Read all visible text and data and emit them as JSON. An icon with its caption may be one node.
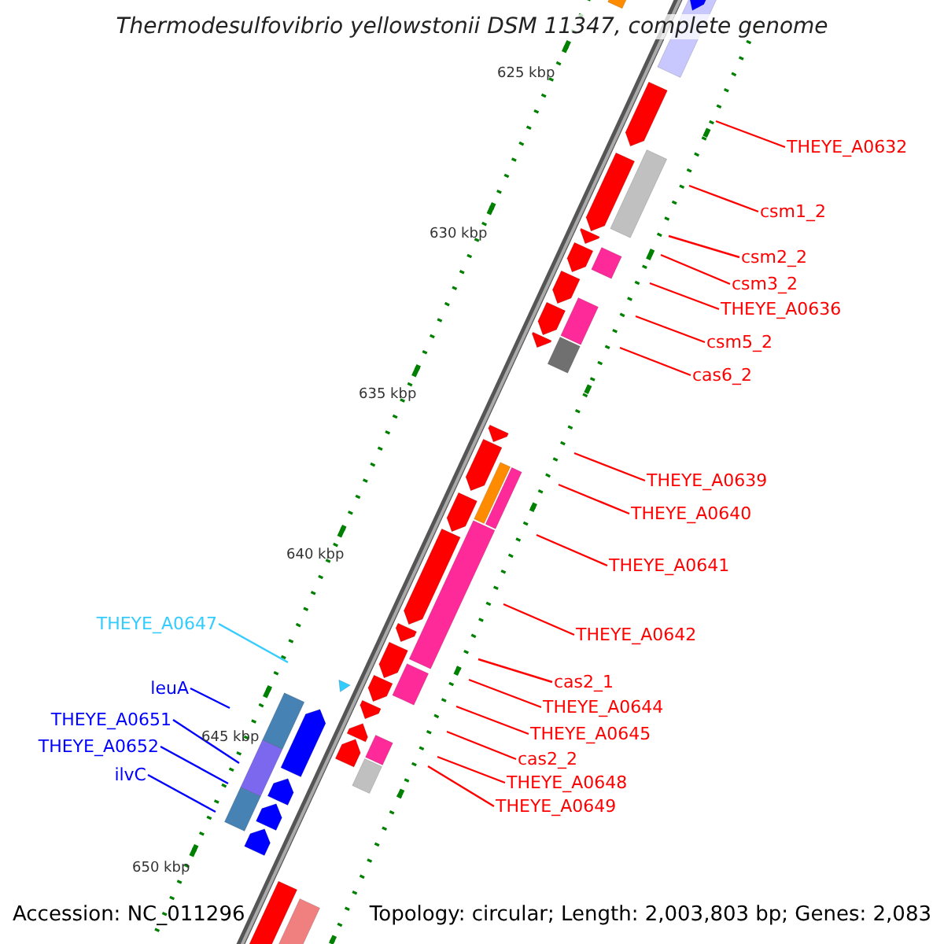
{
  "diagram": {
    "title": "Thermodesulfovibrio yellowstonii DSM 11347, complete genome",
    "nodes": [
      {
        "text": [
          "THEYE_A0632"
        ]
      },
      {
        "text": [
          "csm1_2"
        ]
      },
      {
        "text": [
          "csm2_2"
        ]
      },
      {
        "text": [
          "csm3_2"
        ]
      },
      {
        "text": [
          "THEYE_A0636"
        ]
      },
      {
        "text": [
          "csm5_2"
        ]
      },
      {
        "text": [
          "cas6_2"
        ]
      },
      {
        "text": [
          "THEYE_A0639"
        ]
      },
      {
        "text": [
          "THEYE_A0640"
        ]
      },
      {
        "text": [
          "THEYE_A0641"
        ]
      },
      {
        "text": [
          "THEYE_A0642"
        ]
      },
      {
        "text": [
          "THEYE_A0647"
        ]
      },
      {
        "text": [
          "leuA"
        ]
      },
      {
        "text": [
          "cas2_1"
        ]
      },
      {
        "text": [
          "THEYE_A0644"
        ]
      },
      {
        "text": [
          "THEYE_A0645"
        ]
      },
      {
        "text": [
          "cas2_2"
        ]
      },
      {
        "text": [
          "THEYE_A0651"
        ]
      },
      {
        "text": [
          "THEYE_A0648"
        ]
      },
      {
        "text": [
          "THEYE_A0652"
        ]
      },
      {
        "text": [
          "ilvC"
        ]
      },
      {
        "text": [
          "THEYE_A0649"
        ]
      }
    ],
    "edges": [
      {
        "from": 0,
        "to": null,
        "arrow": "none"
      },
      {
        "from": 1,
        "to": null,
        "arrow": "none"
      },
      {
        "from": 2,
        "to": null,
        "arrow": "none"
      },
      {
        "from": 3,
        "to": null,
        "arrow": "none"
      },
      {
        "from": 4,
        "to": null,
        "arrow": "none"
      },
      {
        "from": 5,
        "to": null,
        "arrow": "none"
      },
      {
        "from": 6,
        "to": null,
        "arrow": "none"
      },
      {
        "from": 7,
        "to": null,
        "arrow": "none"
      },
      {
        "from": 8,
        "to": null,
        "arrow": "none"
      },
      {
        "from": 9,
        "to": null,
        "arrow": "none"
      },
      {
        "from": 10,
        "to": null,
        "arrow": "none"
      },
      {
        "from": 11,
        "to": null,
        "arrow": "none",
        "color": "#33ccff"
      },
      {
        "from": 12,
        "to": null,
        "arrow": "none",
        "color": "#0000ff"
      },
      {
        "from": 13,
        "to": null,
        "arrow": "none"
      },
      {
        "from": 14,
        "to": null,
        "arrow": "none"
      },
      {
        "from": 15,
        "to": null,
        "arrow": "none"
      },
      {
        "from": 16,
        "to": null,
        "arrow": "none"
      },
      {
        "from": 17,
        "to": null,
        "arrow": "none",
        "color": "#0000ff"
      },
      {
        "from": 18,
        "to": null,
        "arrow": "none"
      },
      {
        "from": 19,
        "to": null,
        "arrow": "none",
        "color": "#0000ff"
      },
      {
        "from": 20,
        "to": null,
        "arrow": "none",
        "color": "#0000ff"
      },
      {
        "from": 21,
        "to": null,
        "arrow": "none"
      }
    ],
    "labels": [
      "625 kbp",
      "630 kbp",
      "635 kbp",
      "640 kbp",
      "645 kbp",
      "650 kbp",
      "Accession: NC_011296",
      "Topology: circular; Length: 2,003,803 bp; Genes: 2,083"
    ]
  }
}
